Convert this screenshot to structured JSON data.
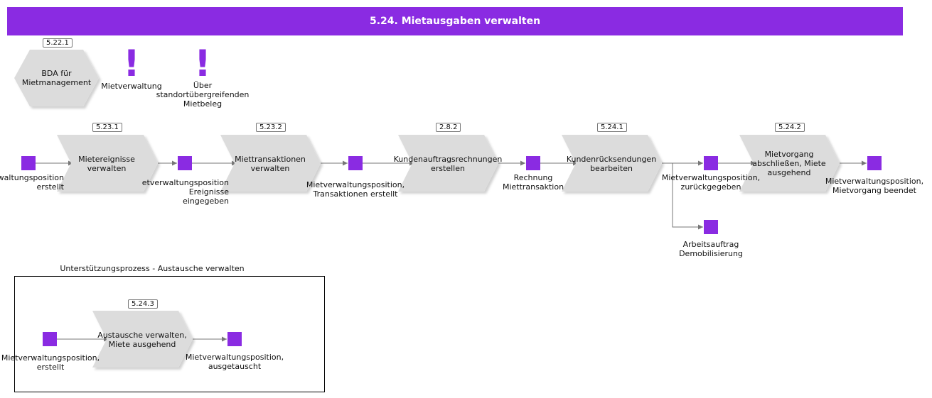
{
  "title": "5.24. Mietausgaben verwalten",
  "colors": {
    "accent": "#8a2be2",
    "shape": "#dcdcdc",
    "line": "#777777"
  },
  "refs": {
    "bda": {
      "badge": "5.22.1",
      "label": "BDA für\nMietmanagement"
    },
    "info1": {
      "label": "Mietverwaltung"
    },
    "info2": {
      "label": "Über\nstandortübergreifenden\nMietbeleg"
    }
  },
  "functions": [
    {
      "id": "f1",
      "badge": "5.23.1",
      "label": "Mietereignisse\nverwalten"
    },
    {
      "id": "f2",
      "badge": "5.23.2",
      "label": "Miettransaktionen\nverwalten"
    },
    {
      "id": "f3",
      "badge": "2.8.2",
      "label": "Kundenauftragsrechnungen\nerstellen"
    },
    {
      "id": "f4",
      "badge": "5.24.1",
      "label": "Kundenrücksendungen\nbearbeiten"
    },
    {
      "id": "f5",
      "badge": "5.24.2",
      "label": "Mietvorgang\nabschließen, Miete\nausgehend"
    },
    {
      "id": "f6",
      "badge": "5.24.3",
      "label": "Austausche verwalten,\nMiete ausgehend"
    }
  ],
  "events": [
    {
      "id": "e1",
      "label": "Mietverwaltungsposition,\nerstellt"
    },
    {
      "id": "e2",
      "label": "Mietverwaltungsposition,\nEreignisse eingegeben"
    },
    {
      "id": "e3",
      "label": "Mietverwaltungsposition,\nTransaktionen erstellt"
    },
    {
      "id": "e4",
      "label": "Rechnung\nMiettransaktion"
    },
    {
      "id": "e5",
      "label": "Mietverwaltungsposition,\nzurückgegeben"
    },
    {
      "id": "e6",
      "label": "Mietverwaltungsposition,\nMietvorgang beendet"
    },
    {
      "id": "e7",
      "label": "Arbeitsauftrag\nDemobilisierung"
    },
    {
      "id": "e8",
      "label": "Mietverwaltungsposition,\nerstellt"
    },
    {
      "id": "e9",
      "label": "Mietverwaltungsposition,\nausgetauscht"
    }
  ],
  "support": {
    "title": "Unterstützungsprozess - Austausche verwalten"
  }
}
